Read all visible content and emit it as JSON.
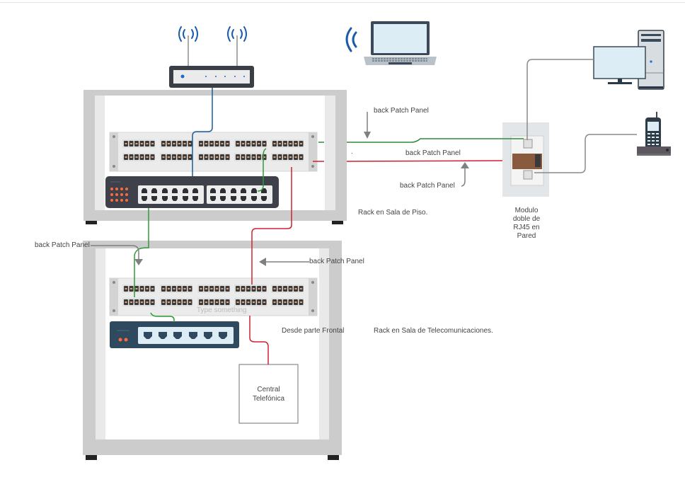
{
  "diagram": {
    "labels": {
      "back_patch_top": "back Patch Panel",
      "back_patch_mid": "back Patch Panel",
      "back_patch_lower": "back Patch Panel",
      "back_patch_left": "back Patch Panel",
      "back_patch_rack2": "back Patch Panel",
      "rack_floor": "Rack en Sala  de Piso.",
      "rack_telecom": "Rack en Sala de Telecomunicaciones.",
      "desde_frontal": "Desde parte Frontal",
      "type_something": "Type something",
      "modulo_line1": "Modulo",
      "modulo_line2": "doble de",
      "modulo_line3": "RJ45 en",
      "modulo_line4": "Pared",
      "central_line1": "Central",
      "central_line2": "Telefónica",
      "dot": "."
    },
    "devices": [
      {
        "id": "router",
        "name": "Wi-Fi router"
      },
      {
        "id": "laptop",
        "name": "Laptop (wireless)"
      },
      {
        "id": "desktop",
        "name": "Desktop computer"
      },
      {
        "id": "phone",
        "name": "Cordless phone"
      },
      {
        "id": "wall-module",
        "name": "Dual RJ45 wall module"
      },
      {
        "id": "rack-floor",
        "name": "Floor rack"
      },
      {
        "id": "rack-telecom",
        "name": "Telecom room rack"
      },
      {
        "id": "pbx",
        "name": "Central Telefónica"
      }
    ],
    "colors": {
      "cable_green": "#2e8b3a",
      "cable_red": "#d0202e",
      "cable_blue": "#1a5c9a",
      "cable_gray": "#8a8a8a",
      "rack_frame": "#cccccc",
      "switch_dark": "#3e4149",
      "switch_navy": "#2f4a5e",
      "wifi_blue": "#1a5ca8",
      "port_orange": "#ff6a3d"
    }
  }
}
